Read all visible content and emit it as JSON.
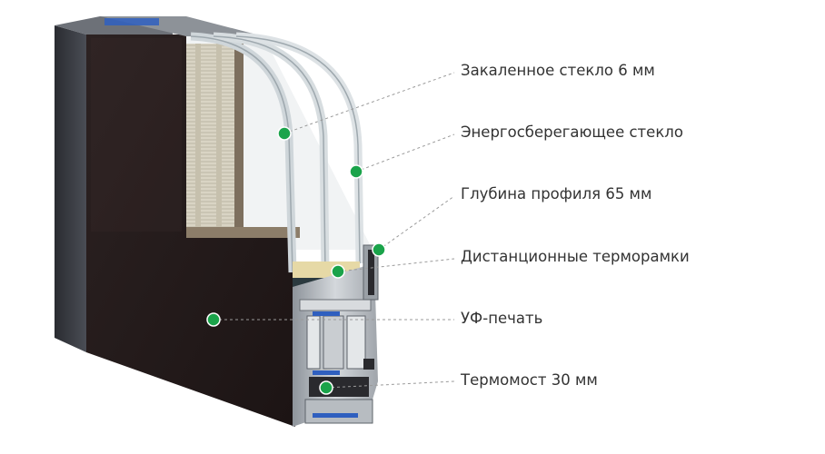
{
  "callouts": [
    {
      "id": "tempered-glass",
      "label": "Закаленное стекло 6 мм"
    },
    {
      "id": "energy-glass",
      "label": "Энергосберегающее стекло"
    },
    {
      "id": "profile-depth",
      "label": "Глубина профиля 65 мм"
    },
    {
      "id": "spacer-frames",
      "label": "Дистанционные терморамки"
    },
    {
      "id": "uv-print",
      "label": "УФ-печать"
    },
    {
      "id": "thermal-bridge",
      "label": "Термомост 30 мм"
    }
  ],
  "colors": {
    "marker": "#1aa34a",
    "leader": "#9a9a9a",
    "panel": "#2a1e1e",
    "frame": "#3b3d44",
    "aluminum": "#b9bec4",
    "seal": "#2f5fbf"
  }
}
